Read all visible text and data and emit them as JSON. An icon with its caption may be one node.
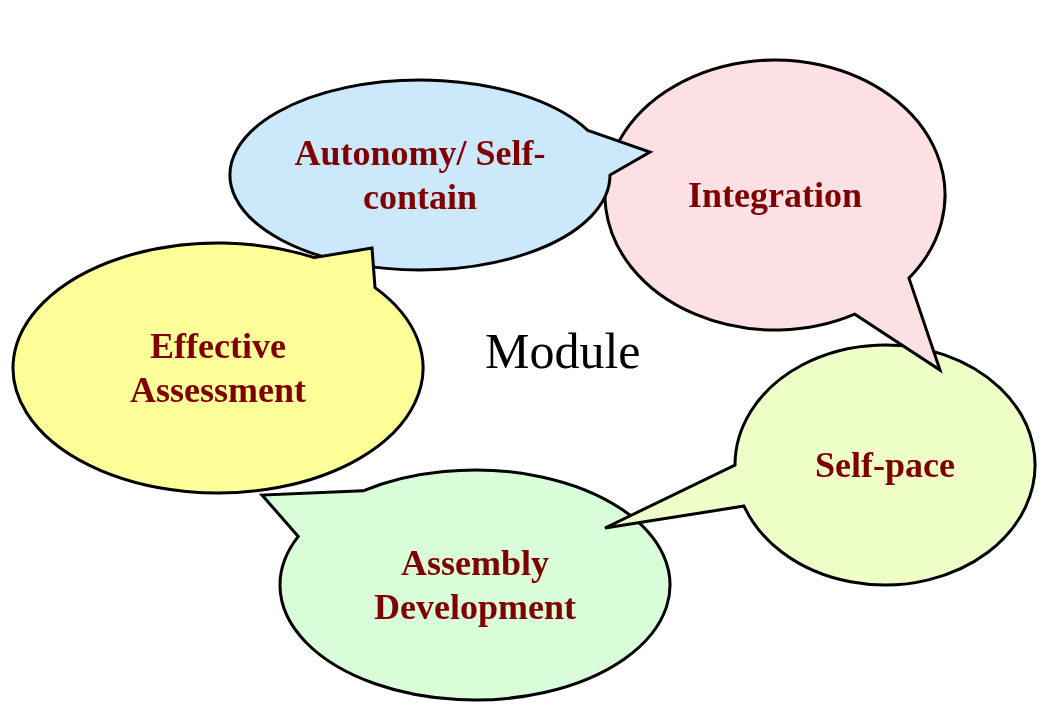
{
  "diagram": {
    "nodes": [
      {
        "text": [
          "Autonomy/ Self-contain"
        ]
      },
      {
        "text": [
          "Integration"
        ]
      },
      {
        "text": [
          "Self-pace"
        ]
      },
      {
        "text": [
          "Assembly Development"
        ]
      },
      {
        "text": [
          "Effective Assessment"
        ]
      }
    ],
    "labels": [
      "Module"
    ]
  }
}
